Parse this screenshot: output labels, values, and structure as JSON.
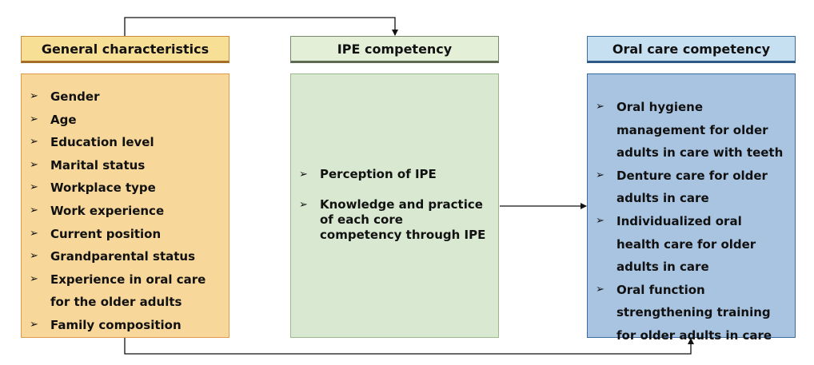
{
  "bullet_glyph": "➢",
  "columns": {
    "general": {
      "title": "General characteristics",
      "items": [
        "Gender",
        "Age",
        "Education level",
        "Marital status",
        "Workplace type",
        "Work experience",
        "Current position",
        "Grandparental status",
        "Experience in oral care for the older adults",
        "Family composition"
      ]
    },
    "ipe": {
      "title": "IPE competency",
      "items": [
        "Perception of IPE",
        "Knowledge and practice of each core competency through IPE"
      ]
    },
    "oral": {
      "title": "Oral care competency",
      "items": [
        "Oral hygiene management for older adults in care with teeth",
        "Denture care for older adults in care",
        "Individualized oral health care for older adults in care",
        "Oral function strengthening training for older adults in care"
      ]
    }
  }
}
